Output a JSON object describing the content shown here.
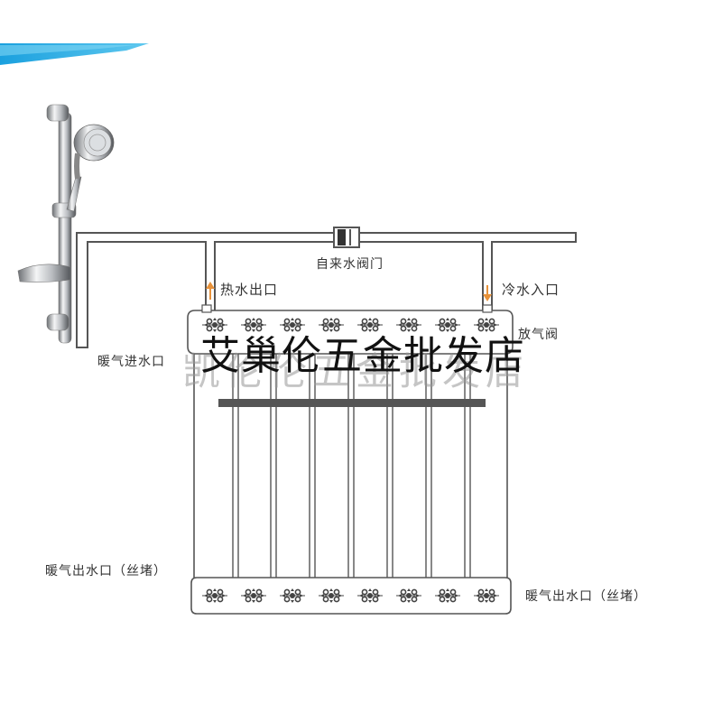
{
  "labels": {
    "main_valve": "自来水阀门",
    "hot_out": "热水出口",
    "cold_in": "冷水入口",
    "vent_valve": "放气阀",
    "heat_inlet": "暖气进水口",
    "outlet_left": "暖气出水口（丝堵）",
    "outlet_right": "暖气出水口（丝堵）"
  },
  "watermark": {
    "main": "艾巢伦五金批发店",
    "ghost": "凯伦伦五金批发店"
  },
  "colors": {
    "banner": "#1fa2de",
    "pipe": "#555555",
    "arrow": "#e8923a",
    "crossbar": "#555555",
    "rose": "#444444"
  },
  "icons": {
    "shower": "shower-head-icon",
    "valve": "valve-icon",
    "arrow": "arrow-up-icon"
  }
}
